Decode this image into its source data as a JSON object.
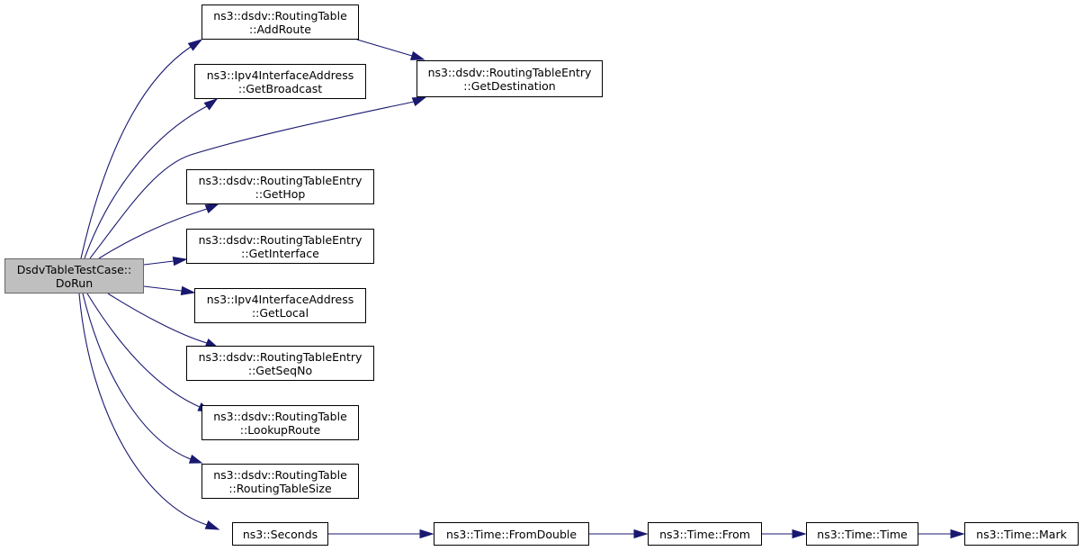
{
  "colors": {
    "edge": "#191970",
    "root_fill": "#bfbfbf",
    "node_fill": "#ffffff",
    "border": "#000000"
  },
  "nodes": [
    {
      "id": "dorun",
      "lines": [
        "DsdvTableTestCase::",
        "DoRun"
      ],
      "root": true
    },
    {
      "id": "addroute",
      "lines": [
        "ns3::dsdv::RoutingTable",
        "::AddRoute"
      ]
    },
    {
      "id": "getbroadcast",
      "lines": [
        "ns3::Ipv4InterfaceAddress",
        "::GetBroadcast"
      ]
    },
    {
      "id": "getdestination",
      "lines": [
        "ns3::dsdv::RoutingTableEntry",
        "::GetDestination"
      ]
    },
    {
      "id": "gethop",
      "lines": [
        "ns3::dsdv::RoutingTableEntry",
        "::GetHop"
      ]
    },
    {
      "id": "getinterface",
      "lines": [
        "ns3::dsdv::RoutingTableEntry",
        "::GetInterface"
      ]
    },
    {
      "id": "getlocal",
      "lines": [
        "ns3::Ipv4InterfaceAddress",
        "::GetLocal"
      ]
    },
    {
      "id": "getseqno",
      "lines": [
        "ns3::dsdv::RoutingTableEntry",
        "::GetSeqNo"
      ]
    },
    {
      "id": "lookuproute",
      "lines": [
        "ns3::dsdv::RoutingTable",
        "::LookupRoute"
      ]
    },
    {
      "id": "routingtablesize",
      "lines": [
        "ns3::dsdv::RoutingTable",
        "::RoutingTableSize"
      ]
    },
    {
      "id": "seconds",
      "lines": [
        "ns3::Seconds"
      ]
    },
    {
      "id": "fromdouble",
      "lines": [
        "ns3::Time::FromDouble"
      ]
    },
    {
      "id": "from",
      "lines": [
        "ns3::Time::From"
      ]
    },
    {
      "id": "time",
      "lines": [
        "ns3::Time::Time"
      ]
    },
    {
      "id": "mark",
      "lines": [
        "ns3::Time::Mark"
      ]
    }
  ],
  "edges": [
    {
      "from": "dorun",
      "to": "addroute"
    },
    {
      "from": "dorun",
      "to": "getbroadcast"
    },
    {
      "from": "dorun",
      "to": "getdestination"
    },
    {
      "from": "dorun",
      "to": "gethop"
    },
    {
      "from": "dorun",
      "to": "getinterface"
    },
    {
      "from": "dorun",
      "to": "getlocal"
    },
    {
      "from": "dorun",
      "to": "getseqno"
    },
    {
      "from": "dorun",
      "to": "lookuproute"
    },
    {
      "from": "dorun",
      "to": "routingtablesize"
    },
    {
      "from": "dorun",
      "to": "seconds"
    },
    {
      "from": "addroute",
      "to": "getdestination"
    },
    {
      "from": "seconds",
      "to": "fromdouble"
    },
    {
      "from": "fromdouble",
      "to": "from"
    },
    {
      "from": "from",
      "to": "time"
    },
    {
      "from": "time",
      "to": "mark"
    }
  ]
}
